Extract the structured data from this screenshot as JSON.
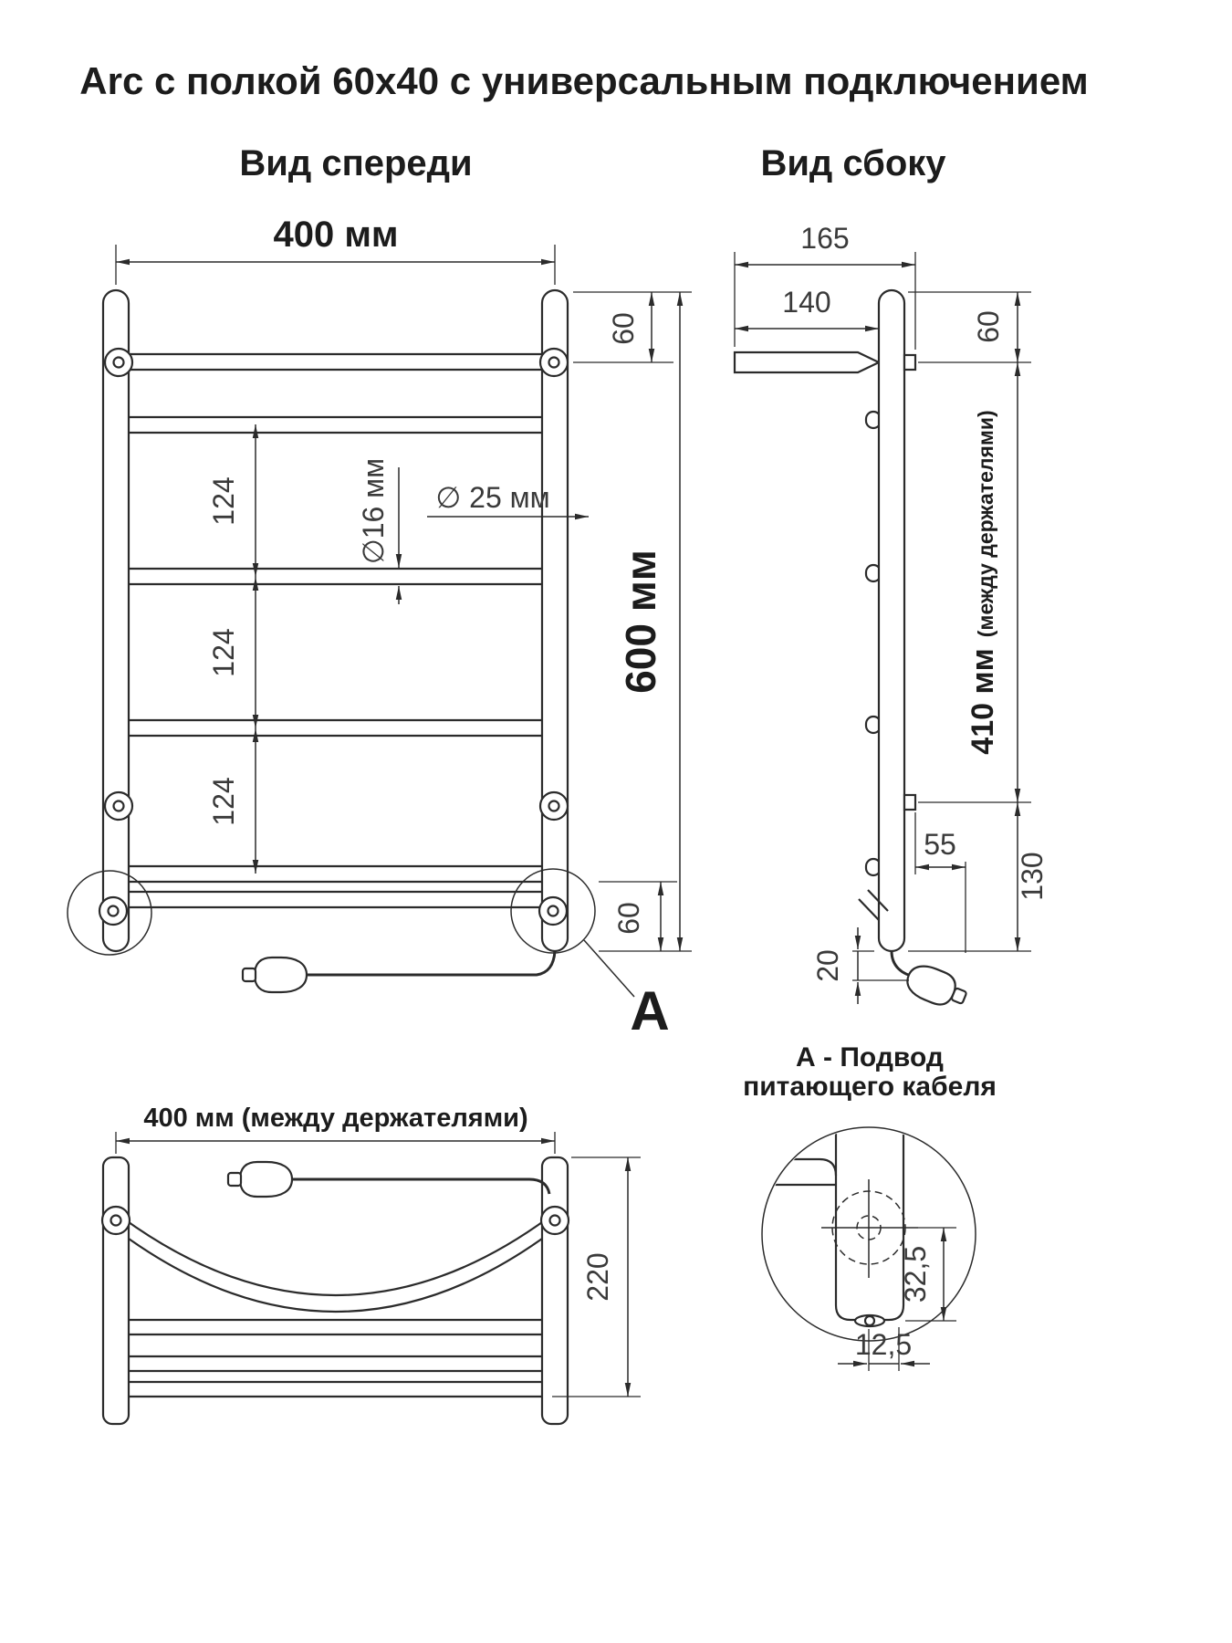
{
  "title": "Arc с полкой 60x40 с универсальным подключением",
  "views": {
    "front": "Вид спереди",
    "side": "Вид сбоку"
  },
  "front": {
    "width": "400 мм",
    "top_offset": "60",
    "overall_height": "600 мм",
    "rung_gap_1": "124",
    "rung_gap_2": "124",
    "rung_gap_3": "124",
    "tube_diameter": "∅16 мм",
    "post_diameter": "∅ 25 мм",
    "bottom_offset": "60",
    "detail_marker": "A"
  },
  "side": {
    "total_depth": "165",
    "shelf_depth": "140",
    "top_offset": "60",
    "bracket_span": "410 мм",
    "bracket_span_note": "(между держателями)",
    "bottom_inset": "55",
    "bottom_offset": "130",
    "cable_drop": "20"
  },
  "top_view": {
    "width": "400 мм (между держателями)",
    "depth": "220"
  },
  "detail": {
    "caption_line1": "А - Подвод",
    "caption_line2": "питающего кабеля",
    "center_offset": "32,5",
    "hole_offset": "12,5"
  },
  "colors": {
    "line": "#2b2b2b",
    "text": "#1c1c1c"
  }
}
